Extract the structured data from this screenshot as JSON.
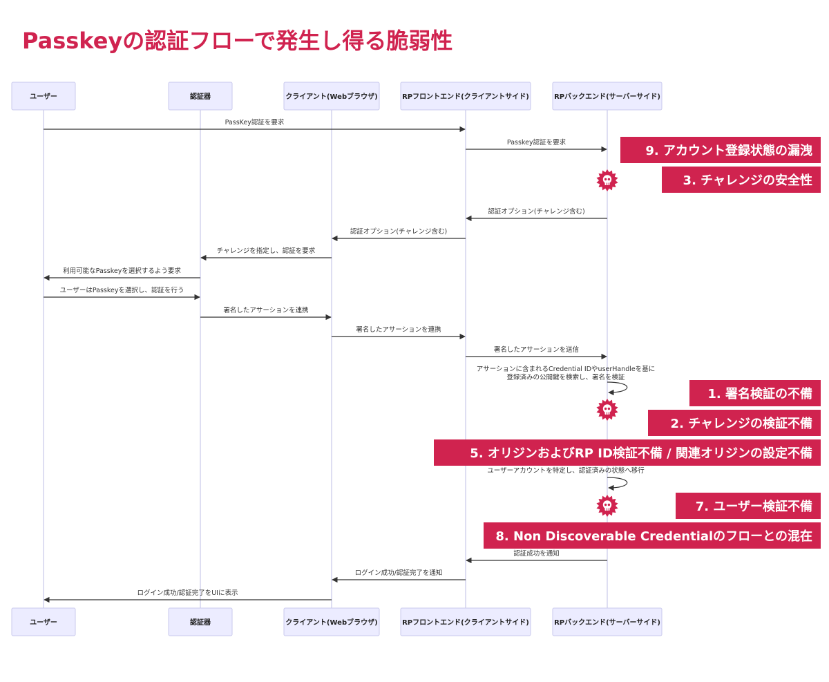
{
  "title": "Passkeyの認証フローで発生し得る脆弱性",
  "colors": {
    "accent": "#d0234f",
    "actor_fill": "#ececff",
    "lifeline": "#c8c8ea"
  },
  "participants": [
    "ユーザー",
    "認証器",
    "クライアント(Webブラウザ)",
    "RPフロントエンド(クライアントサイド)",
    "RPバックエンド(サーバーサイド)"
  ],
  "messages": [
    {
      "from": 0,
      "to": 3,
      "label": "PassKey認証を要求"
    },
    {
      "from": 3,
      "to": 4,
      "label": "Passkey認証を要求"
    },
    {
      "from": 4,
      "to": 3,
      "label": "認証オプション(チャレンジ含む)"
    },
    {
      "from": 3,
      "to": 2,
      "label": "認証オプション(チャレンジ含む)"
    },
    {
      "from": 2,
      "to": 1,
      "label": "チャレンジを指定し、認証を要求"
    },
    {
      "from": 1,
      "to": 0,
      "label": "利用可能なPasskeyを選択するよう要求"
    },
    {
      "from": 0,
      "to": 1,
      "label": "ユーザーはPasskeyを選択し、認証を行う"
    },
    {
      "from": 1,
      "to": 2,
      "label": "署名したアサーションを連携"
    },
    {
      "from": 2,
      "to": 3,
      "label": "署名したアサーションを連携"
    },
    {
      "from": 3,
      "to": 4,
      "label": "署名したアサーションを送信"
    },
    {
      "from": 4,
      "to": 4,
      "label": "アサーションに含まれるCredential IDやuserHandleを基に",
      "label2": "登録済みの公開鍵を検索し、署名を検証"
    },
    {
      "from": 4,
      "to": 4,
      "label": "ユーザーアカウントを特定し、認証済みの状態へ移行"
    },
    {
      "from": 4,
      "to": 3,
      "label": "認証成功を通知"
    },
    {
      "from": 3,
      "to": 2,
      "label": "ログイン成功/認証完了を通知"
    },
    {
      "from": 2,
      "to": 0,
      "label": "ログイン成功/認証完了をUIに表示"
    }
  ],
  "vulnerabilities": [
    "9. アカウント登録状態の漏洩",
    "3. チャレンジの安全性",
    "1. 署名検証の不備",
    "2. チャレンジの検証不備",
    "5. オリジンおよびRP ID検証不備 / 関連オリジンの設定不備",
    "7. ユーザー検証不備",
    "8. Non Discoverable Credentialのフローとの混在"
  ],
  "markers": [
    {
      "icon": "skull-icon"
    },
    {
      "icon": "skull-icon"
    },
    {
      "icon": "skull-icon"
    }
  ]
}
